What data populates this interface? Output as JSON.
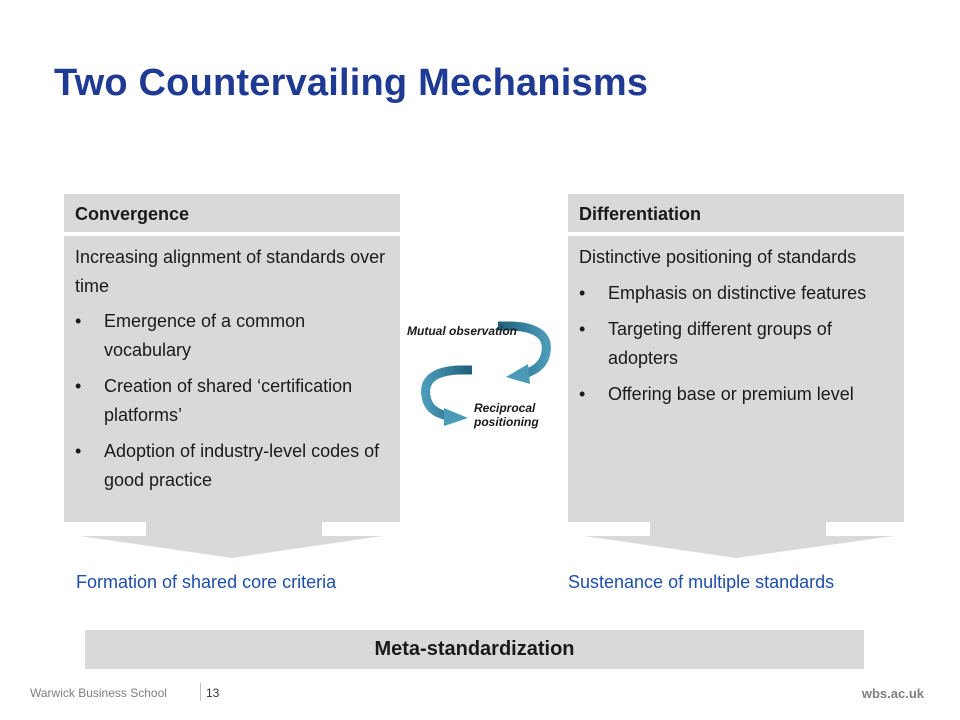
{
  "title": "Two Countervailing Mechanisms",
  "left_panel": {
    "header": "Convergence",
    "lead": "Increasing alignment of standards over time",
    "bullets": [
      "Emergence of a common vocabulary",
      "Creation of shared ‘certification platforms’",
      "Adoption of industry-level codes of good practice"
    ],
    "outcome": "Formation of shared core criteria"
  },
  "right_panel": {
    "header": "Differentiation",
    "lead": "Distinctive positioning of standards",
    "bullets": [
      "Emphasis on distinctive features",
      "Targeting different groups of adopters",
      "Offering base or premium level"
    ],
    "outcome": "Sustenance of multiple standards"
  },
  "cycle": {
    "top_label": "Mutual observation",
    "bottom_label": "Reciprocal positioning"
  },
  "meta_box": "Meta-standardization",
  "bullet_char": "•",
  "footer": {
    "school": "Warwick Business School",
    "page": "13",
    "url": "wbs.ac.uk"
  },
  "colors": {
    "title": "#1f3a93",
    "outcome_text": "#1f4ea8",
    "panel_fill": "#d9d9d9",
    "arrow_teal": "#2a6f8a"
  }
}
